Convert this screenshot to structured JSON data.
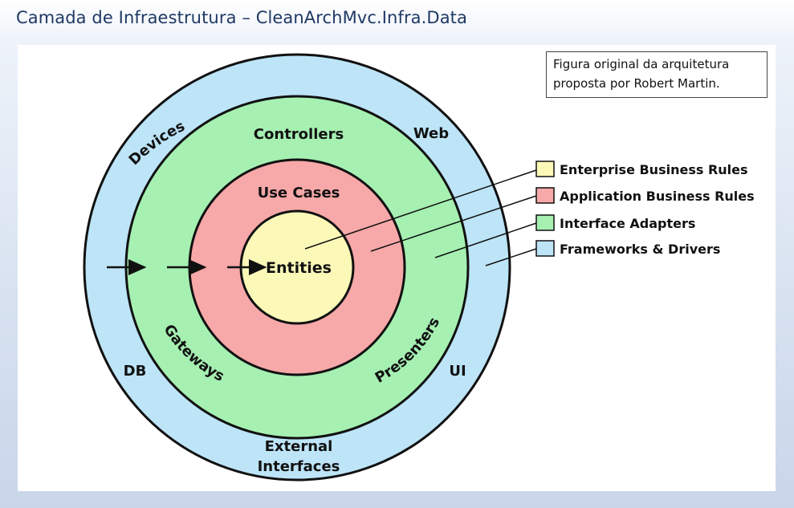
{
  "slide": {
    "title": "Camada de Infraestrutura – CleanArchMvc.Infra.Data"
  },
  "caption": {
    "line1": "Figura original da arquitetura",
    "line2": "proposta por Robert Martin."
  },
  "rings": {
    "outer": {
      "color": "#bde4f7",
      "labels": [
        "Devices",
        "Web",
        "DB",
        "UI",
        "External",
        "Interfaces"
      ]
    },
    "adapters": {
      "color": "#a6f0b2",
      "labels": [
        "Controllers",
        "Gateways",
        "Presenters"
      ]
    },
    "usecases": {
      "color": "#f7a8a8",
      "labels": [
        "Use Cases"
      ]
    },
    "core": {
      "color": "#fbf8b8",
      "labels": [
        "Entities"
      ]
    }
  },
  "legend": [
    {
      "label": "Enterprise Business Rules",
      "color": "#fbf8b8"
    },
    {
      "label": "Application Business Rules",
      "color": "#f7a8a8"
    },
    {
      "label": "Interface Adapters",
      "color": "#a6f0b2"
    },
    {
      "label": "Frameworks & Drivers",
      "color": "#bde4f7"
    }
  ]
}
